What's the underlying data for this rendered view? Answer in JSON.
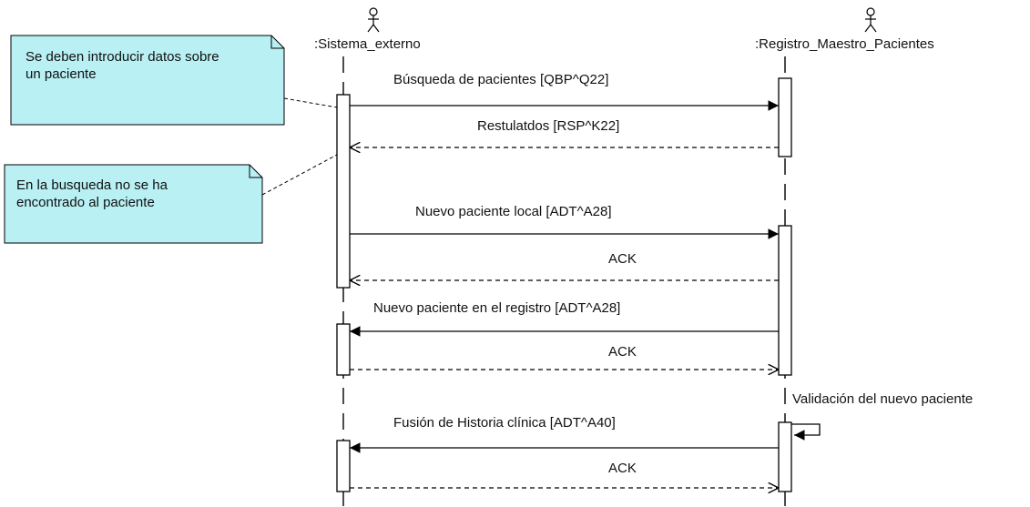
{
  "actors": [
    {
      "id": "sistema",
      "name": ":Sistema_externo"
    },
    {
      "id": "registro",
      "name": ":Registro_Maestro_Pacientes"
    }
  ],
  "notes": [
    {
      "lines": [
        "Se deben introducir datos sobre",
        "un paciente"
      ]
    },
    {
      "lines": [
        "En la busqueda no se ha",
        "encontrado al paciente"
      ]
    }
  ],
  "messages": [
    {
      "label": "Búsqueda de pacientes [QBP^Q22]",
      "from": "sistema",
      "to": "registro",
      "style": "solid"
    },
    {
      "label": "Restulatdos [RSP^K22]",
      "from": "registro",
      "to": "sistema",
      "style": "dashed"
    },
    {
      "label": "Nuevo paciente local [ADT^A28]",
      "from": "sistema",
      "to": "registro",
      "style": "solid"
    },
    {
      "label": "ACK",
      "from": "registro",
      "to": "sistema",
      "style": "dashed"
    },
    {
      "label": "Nuevo paciente en el registro [ADT^A28]",
      "from": "registro",
      "to": "sistema",
      "style": "solid"
    },
    {
      "label": "ACK",
      "from": "sistema",
      "to": "registro",
      "style": "dashed"
    },
    {
      "label": "Validación del nuevo paciente",
      "from": "registro",
      "to": "registro",
      "style": "self"
    },
    {
      "label": "Fusión de Historia clínica [ADT^A40]",
      "from": "registro",
      "to": "sistema",
      "style": "solid"
    },
    {
      "label": "ACK",
      "from": "sistema",
      "to": "registro",
      "style": "dashed"
    }
  ],
  "colors": {
    "note_fill": "#b8f0f4",
    "line": "#000000"
  }
}
